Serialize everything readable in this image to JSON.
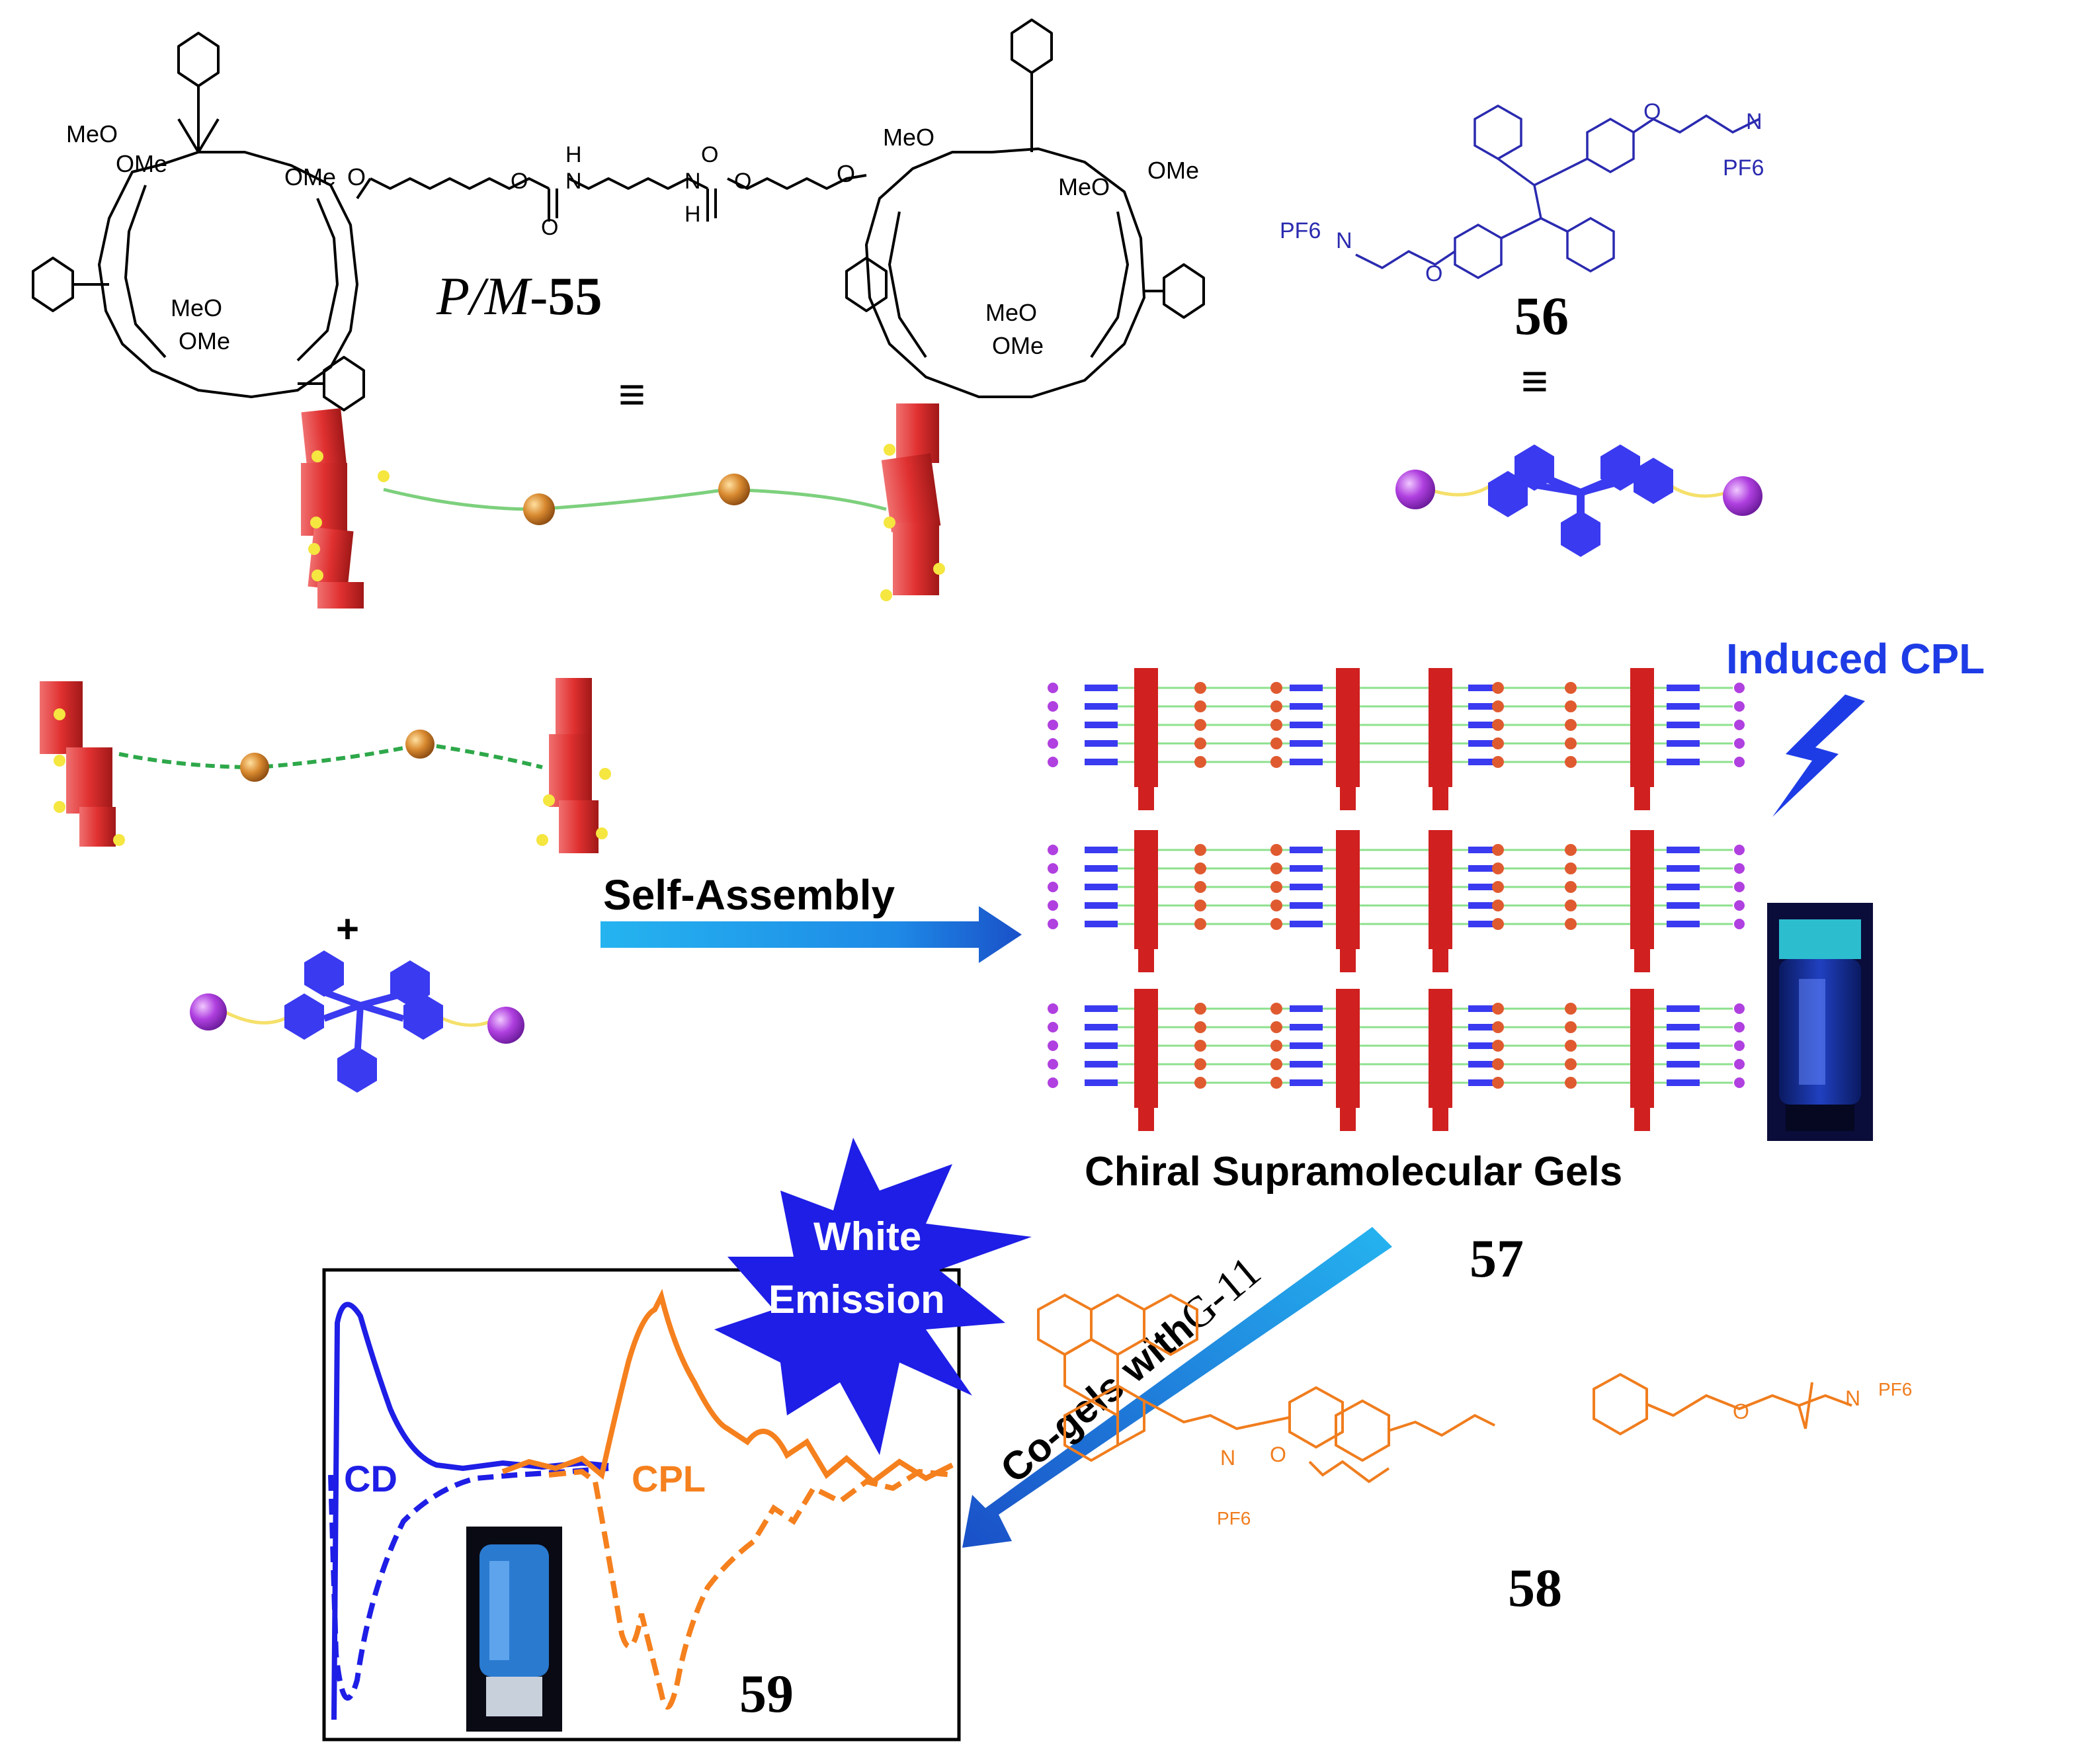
{
  "compounds": {
    "c55": {
      "prefix": "P/M-",
      "number": "55"
    },
    "c56": {
      "number": "56"
    },
    "c57": {
      "number": "57"
    },
    "c58": {
      "number": "58"
    },
    "c59": {
      "number": "59"
    }
  },
  "molecule55_labels": {
    "meo_left_top": "MeO",
    "ome_left_mid": "OMe",
    "ome_left_right": "OMe",
    "meo_left_bottom": "MeO",
    "ome_left_bottom": "OMe",
    "meo_right_top": "MeO",
    "meo_right_mid": "MeO",
    "ome_right_top": "OMe",
    "meo_right_bottom": "MeO",
    "ome_right_bottom": "OMe",
    "o_left": "O",
    "o_right": "O",
    "nh_left": "H",
    "n_left": "N",
    "nh_right": "H",
    "n_right": "N",
    "o_carbonyl_left": "O",
    "o_carbonyl_right": "O",
    "o_ester_left": "O",
    "o_ester_right": "O"
  },
  "molecule56_labels": {
    "o_top": "O",
    "o_bottom": "O",
    "n_top": "N",
    "n_bottom": "N",
    "pf6_top": "PF6",
    "pf6_bottom": "PF6"
  },
  "molecule58_labels": {
    "o_left": "O",
    "o_right": "O",
    "n_left": "N",
    "n_right": "N",
    "pf6_left": "PF6",
    "pf6_right": "PF6"
  },
  "equiv_symbol": "≡",
  "plus_sign": "+",
  "arrow_self_assembly": "Self-Assembly",
  "induced_cpl": "Induced CPL",
  "gel_caption": "Chiral Supramolecular Gels",
  "cogel_label_a": "Co-gels  with",
  "cogel_label_b": "G-11",
  "white_emission_line1": "White",
  "white_emission_line2": "Emission",
  "spectrum_cd": "CD",
  "spectrum_cpl": "CPL",
  "colors": {
    "red_block": "#e03030",
    "tpe_blue": "#3a3af0",
    "cd_blue": "#1e1ee6",
    "cpl_orange": "#f5801e",
    "arrow_blue": "#1ea8f0",
    "purple_ball": "#b040e0",
    "orange_ball": "#d98a30"
  }
}
